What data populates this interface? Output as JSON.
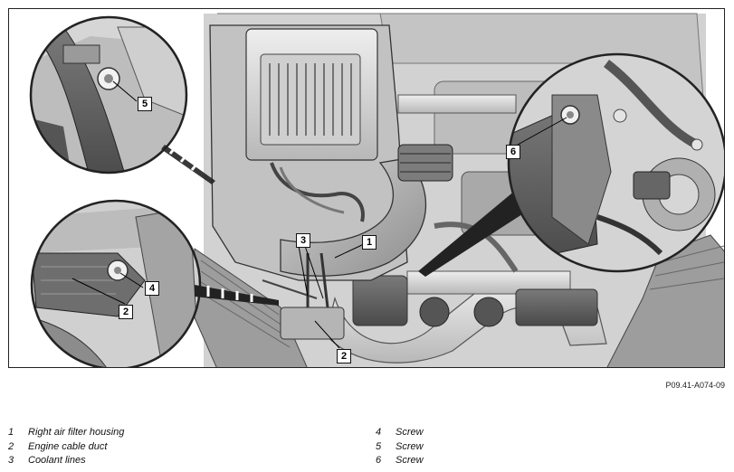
{
  "figure": {
    "callouts": {
      "c1": "1",
      "c2a": "2",
      "c2b": "2",
      "c3": "3",
      "c4": "4",
      "c5": "5",
      "c6": "6"
    },
    "code": "P09.41-A074-09"
  },
  "legend": {
    "left": [
      {
        "num": "1",
        "label": "Right air filter housing"
      },
      {
        "num": "2",
        "label": "Engine cable duct"
      },
      {
        "num": "3",
        "label": "Coolant lines"
      }
    ],
    "right": [
      {
        "num": "4",
        "label": "Screw"
      },
      {
        "num": "5",
        "label": "Screw"
      },
      {
        "num": "6",
        "label": "Screw"
      }
    ]
  }
}
